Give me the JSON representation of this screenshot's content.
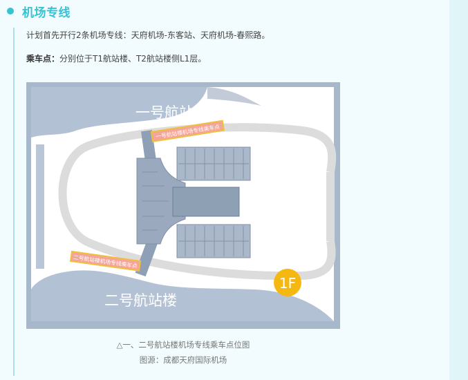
{
  "section": {
    "title": "机场专线"
  },
  "paragraphs": {
    "plan_text": "计划首先开行2条机场专线：天府机场-东客站、天府机场-春熙路。",
    "stop_label": "乘车点：",
    "stop_text": "分别位于T1航站楼、T2航站楼侧L1层。"
  },
  "figure": {
    "terminal1_label": "一号航站楼",
    "terminal2_label": "二号航站楼",
    "t1_stop_banner": "一号航站楼机场专线乘车点",
    "t2_stop_banner": "二号航站楼机场专线乘车点",
    "floor_badge": "1F",
    "colors": {
      "terminal_fill": "#b2c1d4",
      "banner_fill": "#f4a59a",
      "banner_border": "#f0c03a",
      "badge_fill": "#f5b810",
      "road": "#dcdcdc"
    }
  },
  "caption": {
    "line1": "△一、二号航站楼机场专线乘车点位图",
    "line2": "图源：成都天府国际机场"
  }
}
